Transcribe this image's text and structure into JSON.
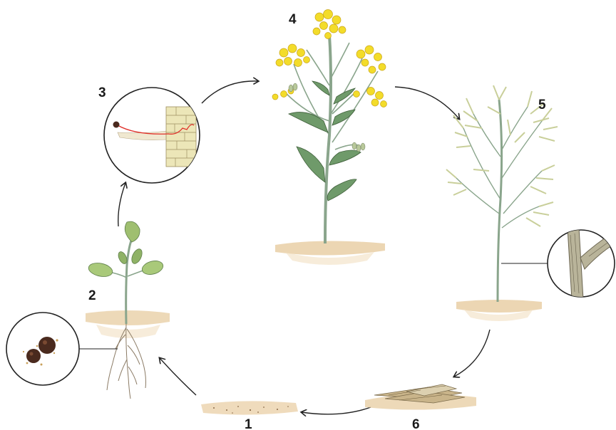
{
  "stages": [
    {
      "label": "1"
    },
    {
      "label": "2"
    },
    {
      "label": "3"
    },
    {
      "label": "4"
    },
    {
      "label": "5"
    },
    {
      "label": "6"
    }
  ],
  "colors": {
    "soil": "#e9cfa6",
    "soil_dark": "#c9a67a",
    "stem": "#8aa58c",
    "leaf": "#6f9a6a",
    "leaf_light": "#a9c97a",
    "flower": "#f3dc2a",
    "flower_edge": "#c9a51a",
    "pod": "#c9cf9a",
    "arrow": "#222222",
    "seed": "#4a2a1e",
    "hypha": "#e0302a",
    "cell": "#ece6b8"
  },
  "icons": {
    "seed_detail": "seed-magnifier-icon",
    "infection_detail": "root-infection-magnifier-icon",
    "stem_detail": "stem-magnifier-icon"
  }
}
